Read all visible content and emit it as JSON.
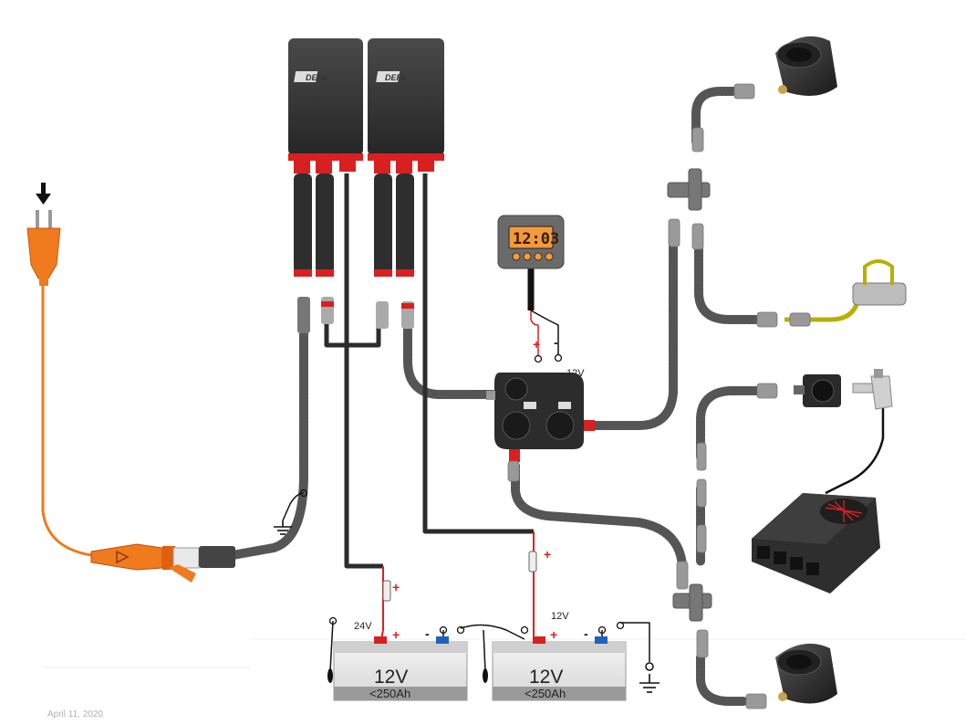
{
  "diagram": {
    "charger_units": [
      {
        "brand": "DEFA"
      },
      {
        "brand": "DEFA"
      }
    ],
    "display": {
      "time": "12:03"
    },
    "center_box": {
      "voltage_label": "12V",
      "plus": "+",
      "minus": "-"
    },
    "battery_bank": {
      "voltage_label": "24V",
      "plus": "+",
      "minus": "-"
    },
    "battery_right_label": "12V",
    "batteries": [
      {
        "label": "12V",
        "capacity": "<250Ah",
        "plus": "+",
        "minus": "-"
      },
      {
        "label": "12V",
        "capacity": "<250Ah",
        "plus": "+",
        "minus": "-"
      }
    ],
    "date": "April 11, 2020"
  },
  "colors": {
    "cable": "#6e6e6e",
    "cable_dark": "#2c2c2c",
    "orange": "#f07a1e",
    "red_wire": "#e02020",
    "unit_body": "#3a3a3a",
    "unit_red": "#d82020",
    "lcd_orange": "#f39a3a",
    "yellow_green": "#b8b000"
  },
  "icons": [
    "arrow-down-icon",
    "plug-icon",
    "ground-icon",
    "socket-icon",
    "heater-icon",
    "fuse-icon"
  ]
}
